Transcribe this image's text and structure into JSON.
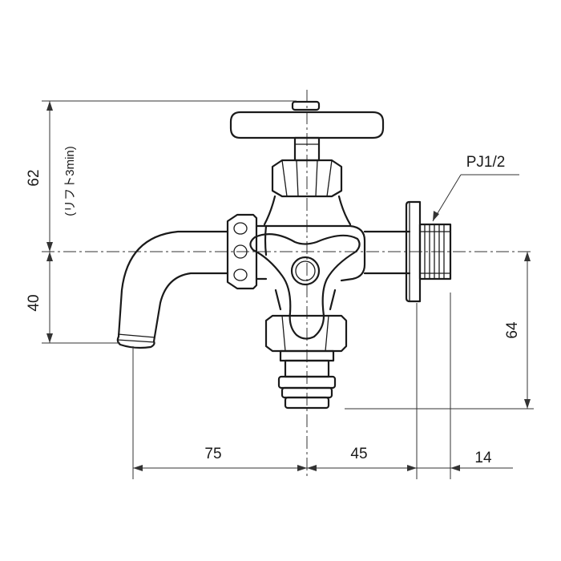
{
  "dimensions": {
    "height_upper": "62",
    "lift_note": "(リフト3min)",
    "height_lower": "40",
    "height_right": "64",
    "width_left": "75",
    "width_middle": "45",
    "width_right": "14"
  },
  "thread_label": "PJ1/2",
  "colors": {
    "line": "#1a1a1a",
    "background": "#ffffff"
  }
}
